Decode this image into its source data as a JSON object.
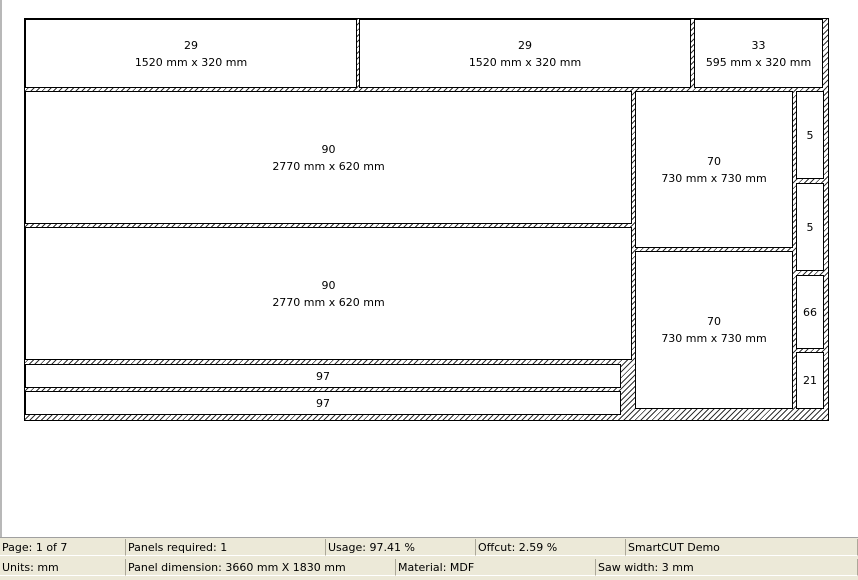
{
  "layout": {
    "pieces": [
      {
        "qty": "29",
        "dims": "1520 mm x 320 mm"
      },
      {
        "qty": "29",
        "dims": "1520 mm x 320 mm"
      },
      {
        "qty": "33",
        "dims": "595 mm x 320 mm"
      },
      {
        "qty": "90",
        "dims": "2770 mm x 620 mm"
      },
      {
        "qty": "90",
        "dims": "2770 mm x 620 mm"
      },
      {
        "qty": "70",
        "dims": "730 mm x 730 mm"
      },
      {
        "qty": "70",
        "dims": "730 mm x 730 mm"
      },
      {
        "qty": "5",
        "dims": ""
      },
      {
        "qty": "5",
        "dims": ""
      },
      {
        "qty": "66",
        "dims": ""
      },
      {
        "qty": "21",
        "dims": ""
      },
      {
        "qty": "97",
        "dims": ""
      },
      {
        "qty": "97",
        "dims": ""
      }
    ]
  },
  "statusbar": {
    "page": "Page: 1 of 7",
    "panels_required": "Panels required: 1",
    "usage": "Usage: 97.41 %",
    "offcut": "Offcut: 2.59 %",
    "app": "SmartCUT Demo",
    "units": "Units: mm",
    "panel_dimension": "Panel dimension: 3660 mm X 1830 mm",
    "material": "Material: MDF",
    "saw_width": "Saw width: 3 mm"
  },
  "colors": {
    "statusbar_bg": "#ece9d8",
    "hatch": "#333333",
    "piece_bg": "#ffffff"
  }
}
